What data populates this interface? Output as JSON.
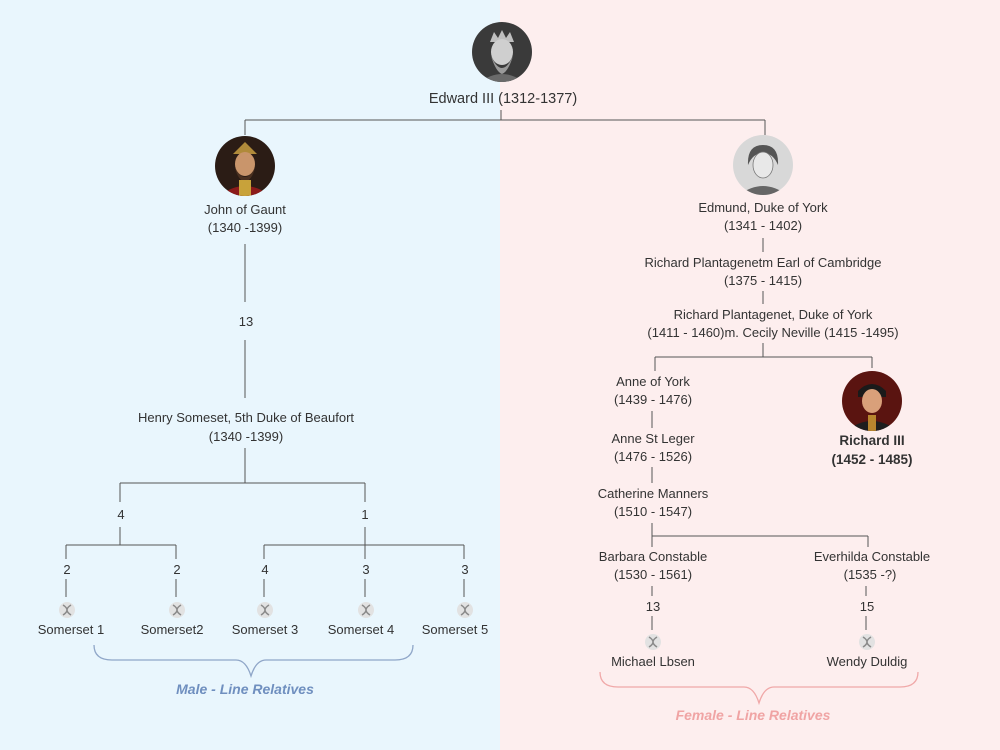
{
  "root": {
    "name": "Edward III (1312-1377)",
    "portrait": "portrait-edward-iii"
  },
  "left_branch": {
    "john": {
      "name": "John of Gaunt",
      "dates": "(1340 -1399)"
    },
    "generations": "13",
    "henry": {
      "name": "Henry Someset, 5th Duke of Beaufort",
      "dates": "(1340 -1399)"
    },
    "group_a_count": "4",
    "group_b_count": "1",
    "descendants": [
      {
        "name": "Somerset 1",
        "gen": "2"
      },
      {
        "name": "Somerset2",
        "gen": "2"
      },
      {
        "name": "Somerset 3",
        "gen": "4"
      },
      {
        "name": "Somerset 4",
        "gen": "3"
      },
      {
        "name": "Somerset 5",
        "gen": "3"
      }
    ],
    "caption": "Male - Line Relatives"
  },
  "right_branch": {
    "edmund": {
      "name": "Edmund, Duke of York",
      "dates": "(1341 - 1402)"
    },
    "richard_cambridge": {
      "name": "Richard Plantagenetm Earl of Cambridge",
      "dates": "(1375 - 1415)"
    },
    "richard_york": {
      "name": "Richard Plantagenet, Duke of York",
      "dates": "(1411 - 1460)m. Cecily Neville (1415 -1495)"
    },
    "anne_york": {
      "name": "Anne of York",
      "dates": "(1439 - 1476)"
    },
    "richard_iii": {
      "name": "Richard III",
      "dates": "(1452 - 1485)"
    },
    "anne_st_leger": {
      "name": "Anne St Leger",
      "dates": "(1476 - 1526)"
    },
    "catherine": {
      "name": "Catherine Manners",
      "dates": "(1510 - 1547)"
    },
    "barbara": {
      "name": "Barbara Constable",
      "dates": "(1530 - 1561)"
    },
    "everhilda": {
      "name": "Everhilda Constable",
      "dates": "(1535 -?)"
    },
    "barbara_gen": "13",
    "everhilda_gen": "15",
    "michael": {
      "name": "Michael Lbsen"
    },
    "wendy": {
      "name": "Wendy Duldig"
    },
    "caption": "Female - Line Relatives"
  },
  "colors": {
    "left_bg": "#e9f6fd",
    "right_bg": "#fdeeee",
    "line": "#555555",
    "male_caption": "#6f8fbf",
    "female_caption": "#f0a4a4",
    "male_brace": "#8fa6c8",
    "female_brace": "#f0a8a8"
  },
  "icons": {
    "dna": "dna-icon"
  }
}
